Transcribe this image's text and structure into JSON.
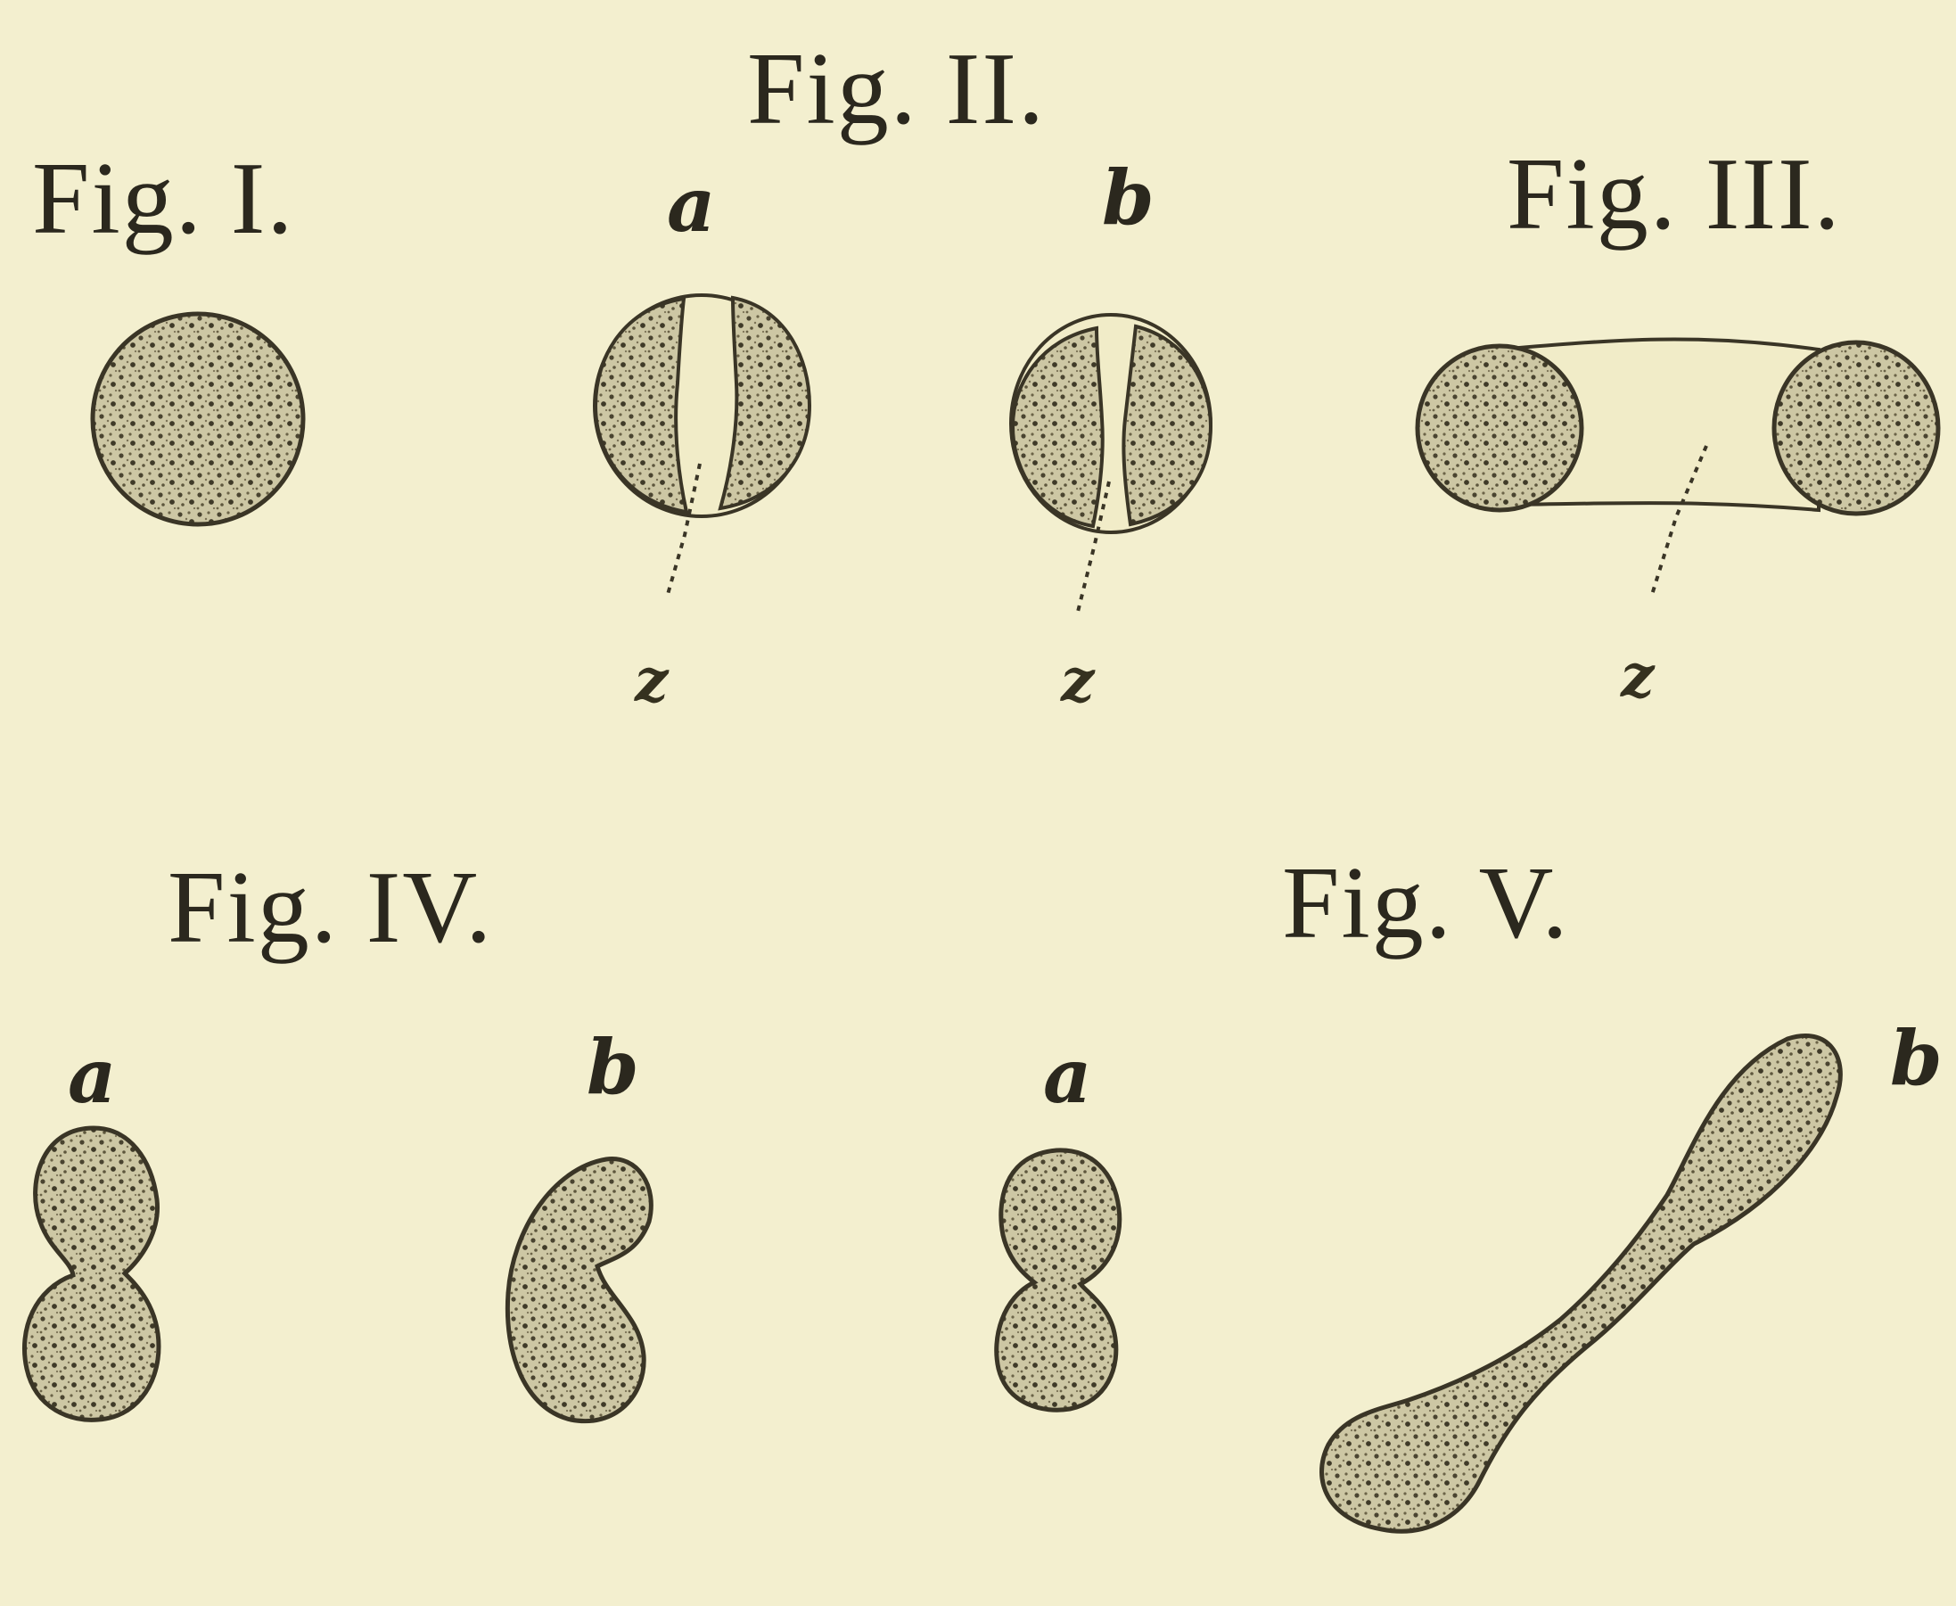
{
  "figures": {
    "fig1": {
      "caption": "Fig. I."
    },
    "fig2": {
      "caption": "Fig. II.",
      "label_a": "a",
      "label_b": "b",
      "pointer_a": "z",
      "pointer_b": "z"
    },
    "fig3": {
      "caption": "Fig. III.",
      "pointer": "z"
    },
    "fig4": {
      "caption": "Fig. IV.",
      "label_a": "a",
      "label_b": "b"
    },
    "fig5": {
      "caption": "Fig. V.",
      "label_a": "a",
      "label_b": "b"
    }
  },
  "colors": {
    "paper": "#f3efcf",
    "ink": "#2b281e",
    "cell_fill": "#c9c3a1"
  }
}
